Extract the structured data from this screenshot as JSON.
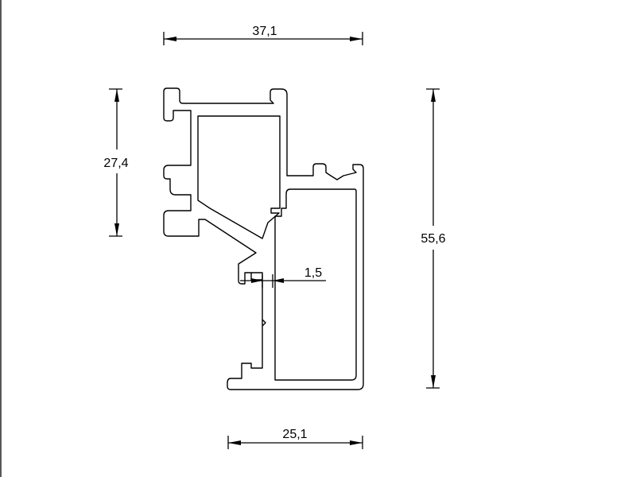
{
  "diagram": {
    "dimensions": {
      "top_width": "37,1",
      "left_height": "27,4",
      "right_height": "55,6",
      "wall_thickness": "1,5",
      "bottom_width": "25,1"
    },
    "colors": {
      "line": "#000000",
      "background": "#ffffff"
    }
  }
}
